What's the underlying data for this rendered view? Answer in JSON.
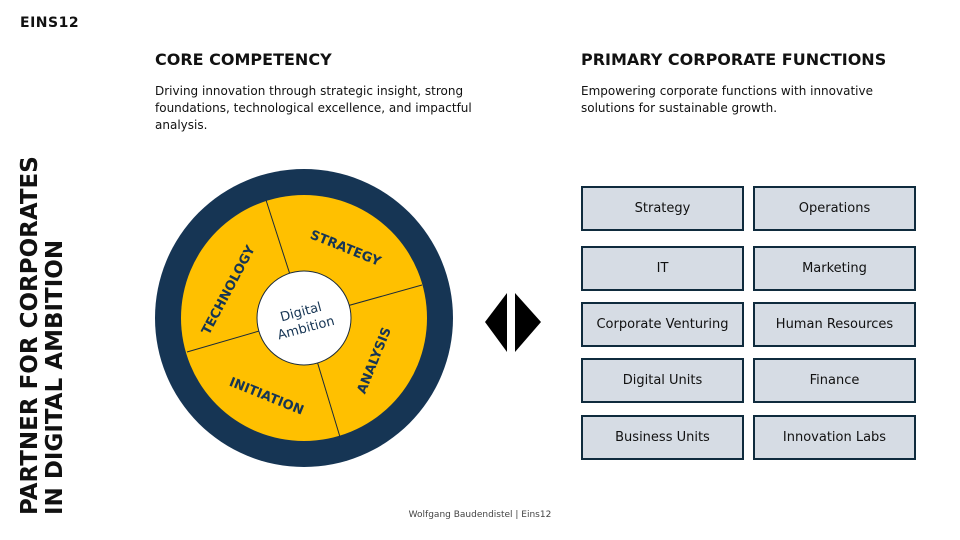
{
  "brand": "EINS12",
  "vertical_title": [
    "PARTNER FOR CORPORATES",
    "IN DIGITAL AMBITION"
  ],
  "left": {
    "heading": "CORE COMPETENCY",
    "text": "Driving innovation through strategic insight, strong foundations, technological excellence, and impactful analysis."
  },
  "right": {
    "heading": "PRIMARY CORPORATE FUNCTIONS",
    "text": "Empowering corporate functions with innovative solutions for sustainable growth."
  },
  "wheel": {
    "center": [
      "Digital",
      "Ambition"
    ],
    "segments": [
      "STRATEGY",
      "ANALYSIS",
      "INITIATION",
      "TECHNOLOGY"
    ],
    "colors": {
      "ring": "#163554",
      "segment": "#ffc000"
    }
  },
  "functions": [
    "Strategy",
    "Operations",
    "IT",
    "Marketing",
    "Corporate Venturing",
    "Human Resources",
    "Digital Units",
    "Finance",
    "Business Units",
    "Innovation Labs"
  ],
  "footer": "Wolfgang Baudendistel | Eins12"
}
